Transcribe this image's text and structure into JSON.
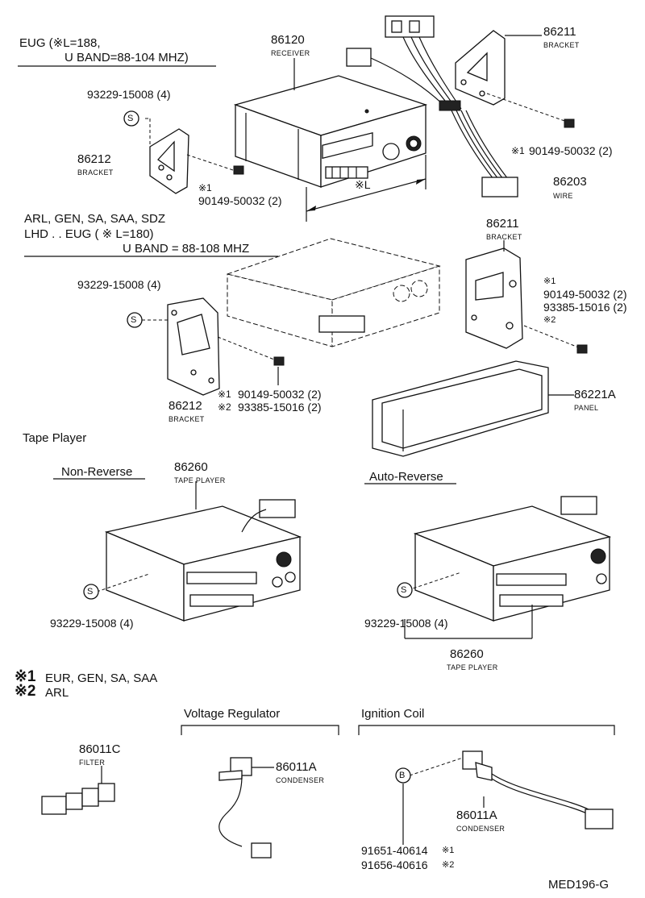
{
  "variants": {
    "eug": {
      "line1": "EUG (※L=188,",
      "line2": "U BAND=88-104 MHZ)"
    },
    "arl": {
      "line1": "ARL, GEN, SA, SAA, SDZ",
      "line2": "LHD . . EUG ( ※  L=180)",
      "line3": "U BAND = 88-108 MHZ"
    }
  },
  "parts": {
    "receiver": {
      "number": "86120",
      "name": "RECEIVER"
    },
    "bracket_top_right": {
      "number": "86211",
      "name": "BRACKET"
    },
    "screw_top_right": {
      "mark": "※1",
      "number": "90149-50032 (2)"
    },
    "wire": {
      "number": "86203",
      "name": "WIRE"
    },
    "dim_l": "※L",
    "screw_s_top": "93229-15008 (4)",
    "bracket_top_left": {
      "number": "86212",
      "name": "BRACKET"
    },
    "screw_top_left": {
      "mark": "※1",
      "number": "90149-50032 (2)"
    },
    "bracket_mid_right": {
      "number": "86211",
      "name": "BRACKET"
    },
    "screw_mid_right": {
      "mark1": "※1",
      "number1": "90149-50032 (2)",
      "number2": "93385-15016 (2)",
      "mark2": "※2"
    },
    "screw_s_mid": "93229-15008 (4)",
    "screw_mid_left": {
      "mark1": "※1",
      "number1": "90149-50032 (2)",
      "mark2": "※2",
      "number2": "93385-15016 (2)"
    },
    "bracket_mid_left": {
      "number": "86212",
      "name": "BRACKET"
    },
    "panel": {
      "number": "86221A",
      "name": "PANEL"
    },
    "tape_player_nr": {
      "number": "86260",
      "name": "TAPE PLAYER"
    },
    "screw_s_nr": "93229-15008 (4)",
    "screw_s_ar": "93229-15008 (4)",
    "tape_player_ar": {
      "number": "86260",
      "name": "TAPE PLAYER"
    },
    "filter": {
      "number": "86011C",
      "name": "FILTER"
    },
    "condenser_vr": {
      "number": "86011A",
      "name": "CONDENSER"
    },
    "condenser_ic": {
      "number": "86011A",
      "name": "CONDENSER"
    },
    "bolt_b_1": {
      "number": "91651-40614",
      "mark": "※1"
    },
    "bolt_b_2": {
      "number": "91656-40616",
      "mark": "※2"
    }
  },
  "sections": {
    "tape_player": "Tape Player",
    "non_reverse": "Non-Reverse",
    "auto_reverse": "Auto-Reverse",
    "voltage_regulator": "Voltage Regulator",
    "ignition_coil": "Ignition Coil"
  },
  "notes": {
    "n1_mark": "※1",
    "n1_text": "EUR, GEN, SA, SAA",
    "n2_mark": "※2",
    "n2_text": "ARL"
  },
  "symbols": {
    "s": "S",
    "b": "B"
  },
  "figure_code": "MED196-G"
}
